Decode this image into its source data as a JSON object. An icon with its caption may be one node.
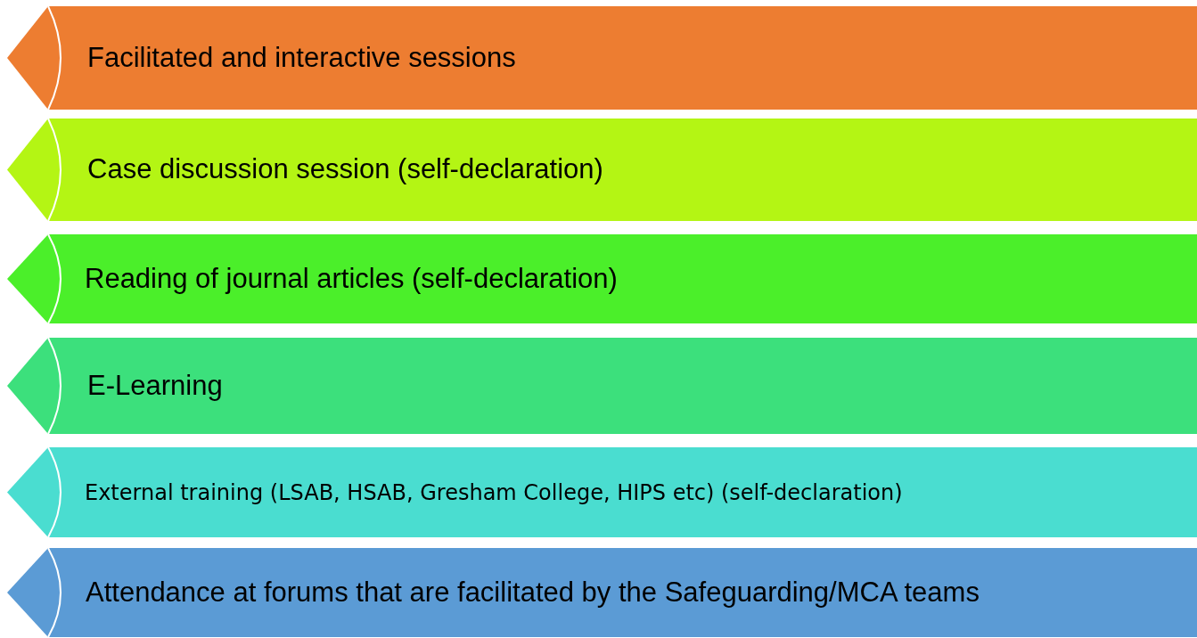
{
  "diagram": {
    "nodes": [
      {
        "text": [
          "Facilitated and interactive sessions"
        ]
      },
      {
        "text": [
          "Case discussion session (self-declaration)"
        ]
      },
      {
        "text": [
          "Reading of journal articles (self-declaration)"
        ]
      },
      {
        "text": [
          "E-Learning"
        ]
      },
      {
        "text": [
          "External training (LSAB, HSAB, Gresham College, HIPS etc)  (self-declaration)"
        ]
      },
      {
        "text": [
          "Attendance at forums that are facilitated by the Safeguarding/MCA teams"
        ]
      }
    ]
  }
}
